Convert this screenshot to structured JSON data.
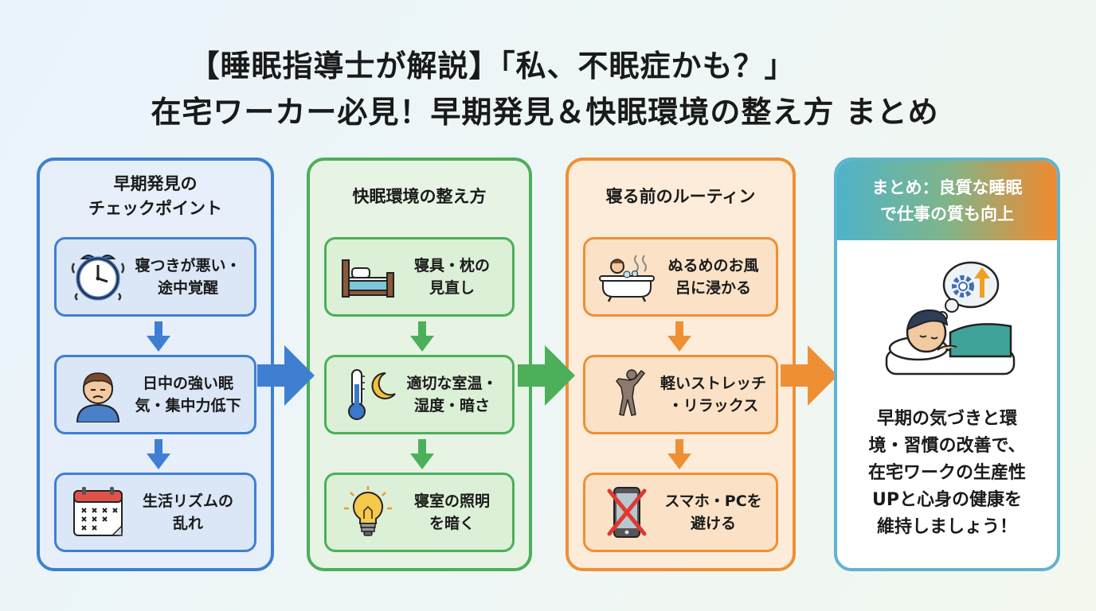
{
  "title": {
    "line1": "【睡眠指導士が解説】「私、不眠症かも？」",
    "line2": "在宅ワーカー必見！早期発見＆快眠環境の整え方 まとめ"
  },
  "columns": [
    {
      "heading": [
        "早期発見の",
        "チェックポイント"
      ],
      "color": "#3f7fd1",
      "items": [
        {
          "icon": "alarm-clock-icon",
          "lines": [
            "寝つきが悪い・",
            "途中覚醒"
          ]
        },
        {
          "icon": "tired-person-icon",
          "lines": [
            "日中の強い眠",
            "気・集中力低下"
          ]
        },
        {
          "icon": "calendar-icon",
          "lines": [
            "生活リズムの",
            "乱れ"
          ]
        }
      ]
    },
    {
      "heading": [
        "快眠環境の整え方"
      ],
      "color": "#4caf5a",
      "items": [
        {
          "icon": "bed-icon",
          "lines": [
            "寝具・枕の",
            "見直し"
          ]
        },
        {
          "icon": "thermometer-moon-icon",
          "lines": [
            "適切な室温・",
            "湿度・暗さ"
          ]
        },
        {
          "icon": "light-bulb-icon",
          "lines": [
            "寝室の照明",
            "を暗く"
          ]
        }
      ]
    },
    {
      "heading": [
        "寝る前のルーティン"
      ],
      "color": "#ef8f34",
      "items": [
        {
          "icon": "bathtub-icon",
          "lines": [
            "ぬるめのお風",
            "呂に浸かる"
          ]
        },
        {
          "icon": "stretching-person-icon",
          "lines": [
            "軽いストレッチ",
            "・リラックス"
          ]
        },
        {
          "icon": "no-smartphone-icon",
          "lines": [
            "スマホ・PCを",
            "避ける"
          ]
        }
      ]
    }
  ],
  "summary": {
    "heading": [
      "まとめ：良質な睡眠",
      "で仕事の質も向上"
    ],
    "icon": "sleeping-person-icon",
    "body": [
      "早期の気づきと環",
      "境・習慣の改善で、",
      "在宅ワークの生産性",
      "UPと心身の健康を",
      "維持しましょう！"
    ]
  }
}
